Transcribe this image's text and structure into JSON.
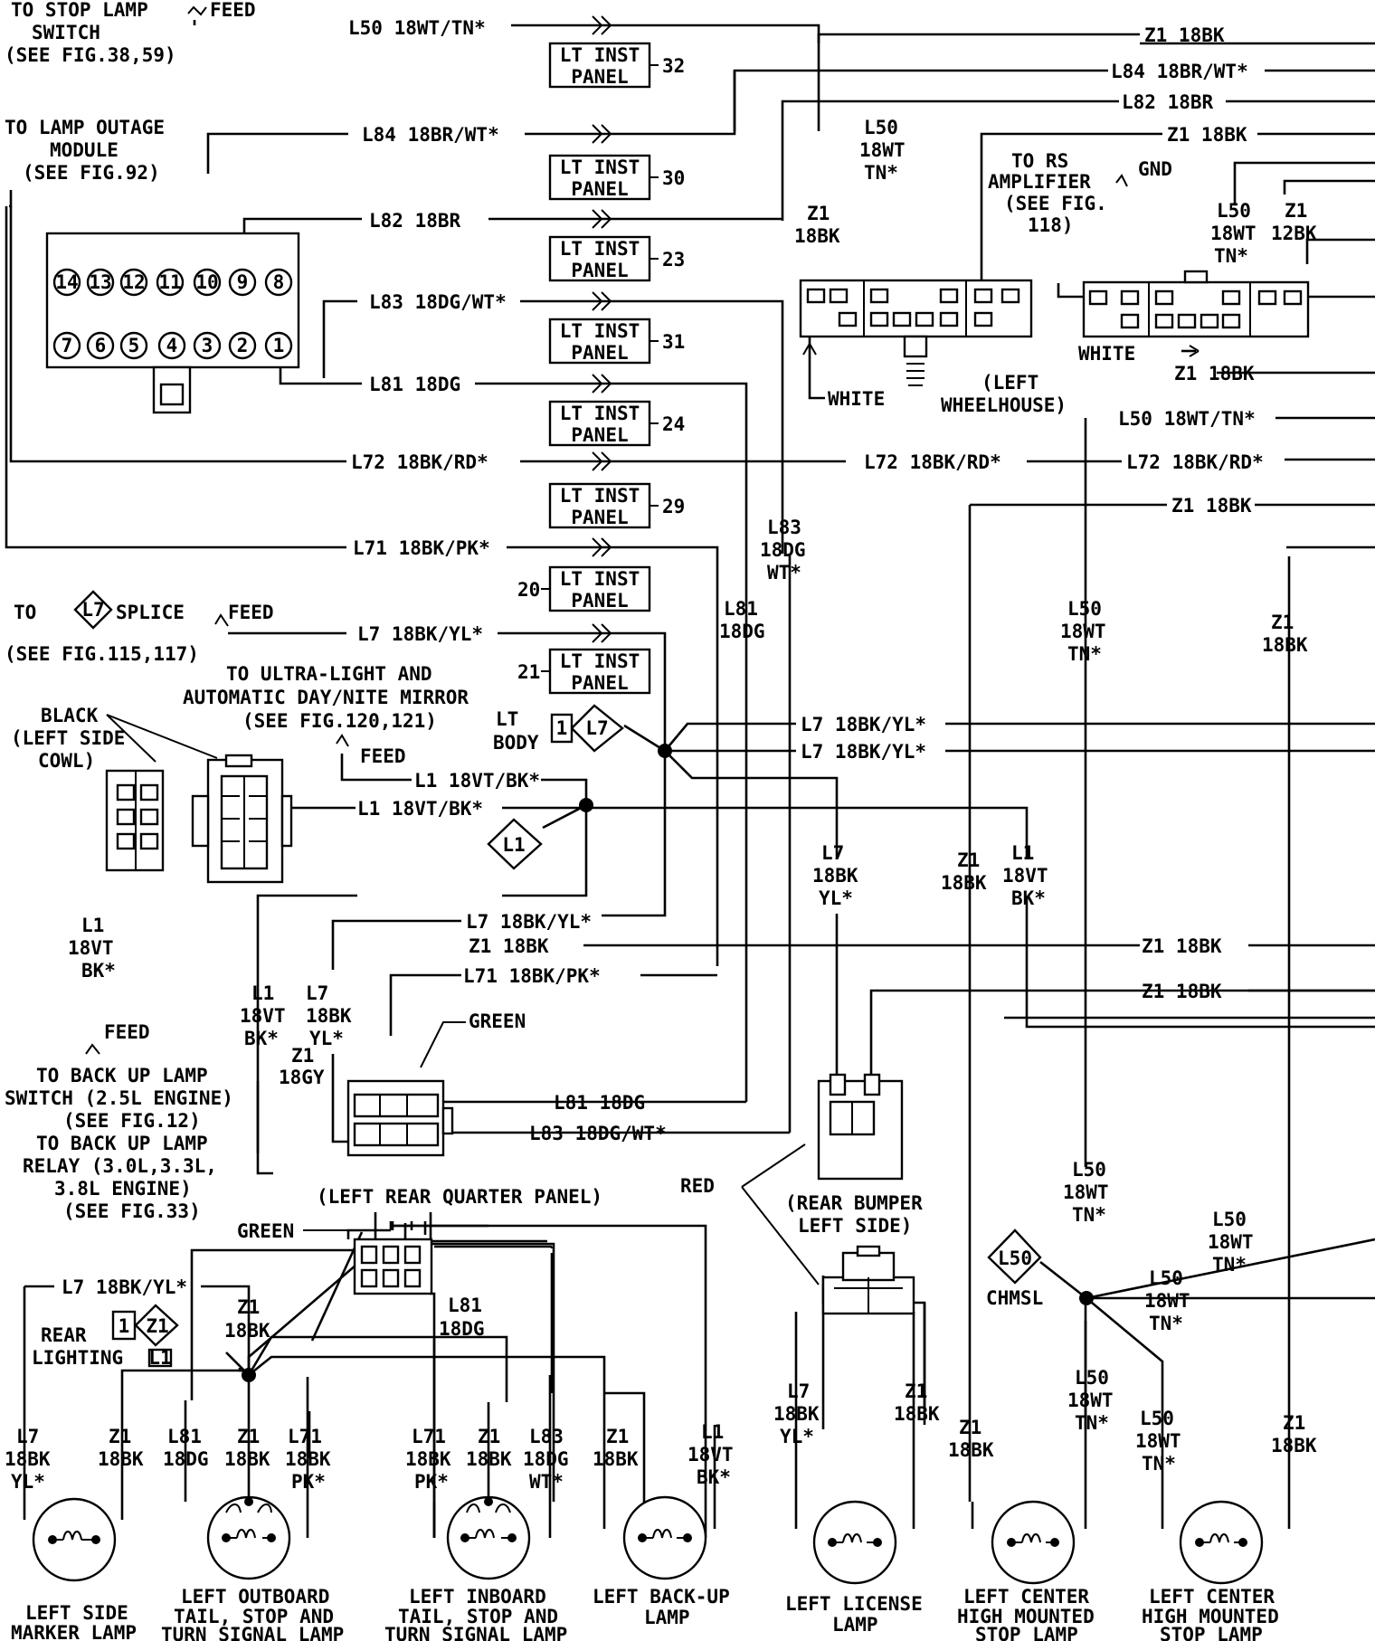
{
  "labels": {
    "stop_lamp_switch": [
      "TO STOP LAMP",
      "SWITCH",
      "(SEE FIG.38,59)"
    ],
    "feed": "FEED",
    "lamp_outage_module": [
      "TO LAMP OUTAGE",
      "MODULE",
      "(SEE FIG.92)"
    ],
    "l7_splice": [
      "TO",
      "SPLICE",
      "(SEE FIG.115,117)"
    ],
    "mirror": [
      "TO ULTRA-LIGHT AND",
      "AUTOMATIC DAY/NITE MIRROR",
      "(SEE FIG.120,121)"
    ],
    "black_cowl": [
      "BLACK",
      "(LEFT SIDE",
      "COWL)"
    ],
    "lt_body": [
      "LT",
      "BODY"
    ],
    "rs_amplifier": [
      "TO RS",
      "AMPLIFIER",
      "(SEE FIG.",
      "118)"
    ],
    "gnd": "GND",
    "white": "WHITE",
    "left_wheelhouse": [
      "(LEFT",
      "WHEELHOUSE)"
    ],
    "backup_switch": [
      "TO BACK UP LAMP",
      "SWITCH (2.5L ENGINE)",
      "(SEE FIG.12)",
      "TO BACK UP LAMP",
      "RELAY (3.0L,3.3L,",
      "3.8L ENGINE)",
      "(SEE FIG.33)"
    ],
    "green": "GREEN",
    "left_rear_quarter": "(LEFT REAR QUARTER PANEL)",
    "red": "RED",
    "rear_bumper": [
      "(REAR BUMPER",
      "LEFT SIDE)"
    ],
    "rear_lighting": [
      "REAR",
      "LIGHTING"
    ],
    "chmsl": "CHMSL"
  },
  "diamonds": {
    "l7": "L7",
    "l1": "L1",
    "z1": "Z1",
    "l50": "L50"
  },
  "tabs": {
    "one": "1",
    "l1": "L1"
  },
  "lt_inst_panel": {
    "line1": "LT INST",
    "line2": "PANEL",
    "pins": [
      "32",
      "30",
      "23",
      "31",
      "24",
      "29",
      "20",
      "21"
    ]
  },
  "module_pins_top": [
    "14",
    "13",
    "12",
    "11",
    "10",
    "9",
    "8"
  ],
  "module_pins_bottom": [
    "7",
    "6",
    "5",
    "4",
    "3",
    "2",
    "1"
  ],
  "wires": {
    "l50": "L50 18WT/TN*",
    "l84": "L84 18BR/WT*",
    "l82": "L82 18BR",
    "l83": "L83 18DG/WT*",
    "l81": "L81 18DG",
    "l72": "L72 18BK/RD*",
    "l71": "L71 18BK/PK*",
    "l7": "L7 18BK/YL*",
    "l1": "L1 18VT/BK*",
    "z1": "Z1 18BK",
    "l83b": "L83 18DG/WT*",
    "l81b": "L81 18DG",
    "l7s": "L7 18BK/YL*",
    "l1s": "L1 18VT/BK*",
    "l71s": "L71 18BK/PK*"
  },
  "stacked": {
    "l50": [
      "L50",
      "18WT",
      "TN*"
    ],
    "z1": [
      "Z1",
      "18BK"
    ],
    "z1_12": [
      "Z1",
      "12BK"
    ],
    "l83": [
      "L83",
      "18DG",
      "WT*"
    ],
    "l81": [
      "L81",
      "18DG"
    ],
    "l7": [
      "L7",
      "18BK",
      "YL*"
    ],
    "l1": [
      "L1",
      "18VT",
      "BK*"
    ],
    "z1gy": [
      "Z1",
      "18GY"
    ],
    "l71": [
      "L71",
      "18BK",
      "PK*"
    ]
  },
  "lamps": {
    "marker": [
      "LEFT SIDE",
      "MARKER LAMP"
    ],
    "outboard": [
      "LEFT OUTBOARD",
      "TAIL, STOP AND",
      "TURN SIGNAL LAMP"
    ],
    "inboard": [
      "LEFT INBOARD",
      "TAIL, STOP AND",
      "TURN SIGNAL LAMP"
    ],
    "backup": [
      "LEFT BACK-UP",
      "LAMP"
    ],
    "license": [
      "LEFT LICENSE",
      "LAMP"
    ],
    "chmsl1": [
      "LEFT CENTER",
      "HIGH MOUNTED",
      "STOP LAMP"
    ],
    "chmsl2": [
      "LEFT CENTER",
      "HIGH MOUNTED",
      "STOP LAMP"
    ]
  }
}
